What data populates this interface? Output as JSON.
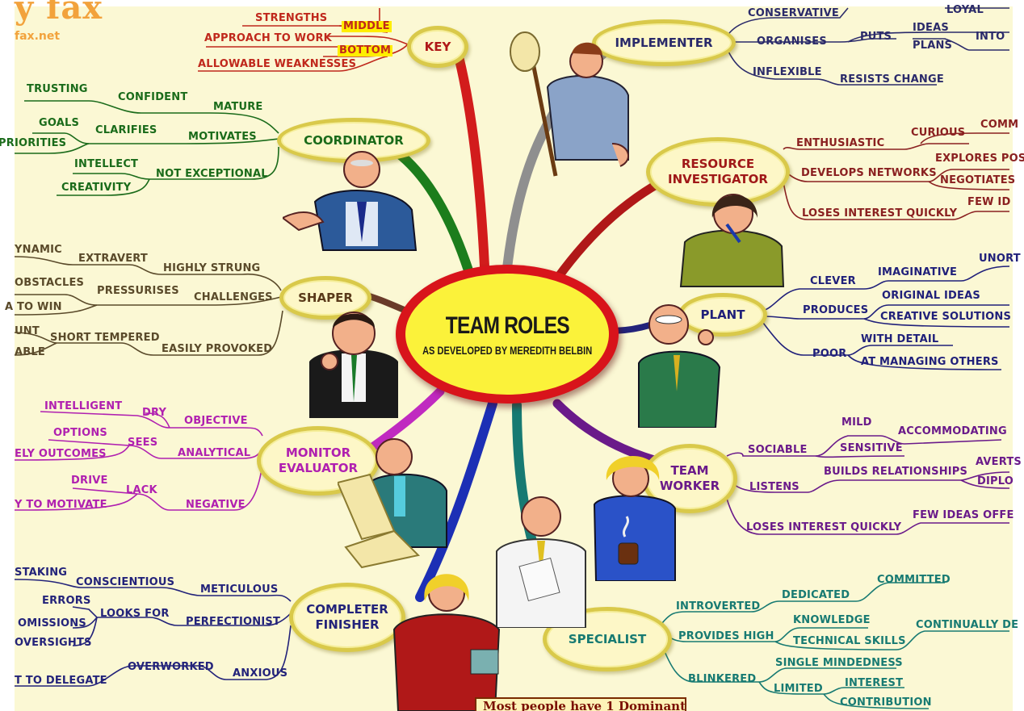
{
  "logo": {
    "partial_title": "y fax",
    "site": "fax.net"
  },
  "center": {
    "title": "TEAM ROLES",
    "subtitle": "AS DEVELOPED BY MEREDITH BELBIN"
  },
  "footer": "Most people have 1 Dominant",
  "colors": {
    "background": "#fbf8d4",
    "center_ring": "#d8141b",
    "center_fill": "#fbf23a",
    "node_ring": "#d9c94a",
    "highlight": "#ffee00"
  },
  "key": {
    "label": "KEY",
    "strengths": "STRENGTHS",
    "middle": "MIDDLE",
    "approach": "APPROACH TO WORK",
    "bottom": "BOTTOM",
    "weaknesses": "ALLOWABLE WEAKNESSES"
  },
  "implementer": {
    "label": "IMPLEMENTER",
    "conservative": "CONSERVATIVE",
    "loyal": "LOYAL",
    "organises": "ORGANISES",
    "puts": "PUTS",
    "ideas": "IDEAS",
    "plans": "PLANS",
    "into": "INTO",
    "inflexible": "INFLEXIBLE",
    "resists": "RESISTS CHANGE"
  },
  "coordinator": {
    "label": "COORDINATOR",
    "trusting": "TRUSTING",
    "confident": "CONFIDENT",
    "mature": "MATURE",
    "goals": "GOALS",
    "priorities": "PRIORITIES",
    "clarifies": "CLARIFIES",
    "motivates": "MOTIVATES",
    "intellect": "INTELLECT",
    "creativity": "CREATIVITY",
    "not_exceptional": "NOT EXCEPTIONAL"
  },
  "resource": {
    "label1": "RESOURCE",
    "label2": "INVESTIGATOR",
    "enthusiastic": "ENTHUSIASTIC",
    "curious": "CURIOUS",
    "comm": "COMM",
    "develops": "DEVELOPS NETWORKS",
    "explores": "EXPLORES POS",
    "negotiates": "NEGOTIATES",
    "loses": "LOSES INTEREST QUICKLY",
    "few": "FEW ID"
  },
  "shaper": {
    "label": "SHAPER",
    "dynamic": "YNAMIC",
    "extravert": "EXTRAVERT",
    "highly_strung": "HIGHLY STRUNG",
    "obstacles": "OBSTACLES",
    "to_win": "A TO WIN",
    "pressurises": "PRESSURISES",
    "challenges": "CHALLENGES",
    "unt": "UNT",
    "able": "ABLE",
    "short": "SHORT TEMPERED",
    "provoked": "EASILY PROVOKED"
  },
  "plant": {
    "label": "PLANT",
    "clever": "CLEVER",
    "imaginative": "IMAGINATIVE",
    "unort": "UNORT",
    "produces": "PRODUCES",
    "original": "ORIGINAL IDEAS",
    "creative": "CREATIVE SOLUTIONS",
    "poor": "POOR",
    "detail": "WITH DETAIL",
    "managing": "AT MANAGING OTHERS"
  },
  "monitor": {
    "label1": "MONITOR",
    "label2": "EVALUATOR",
    "intelligent": "INTELLIGENT",
    "dry": "DRY",
    "objective": "OBJECTIVE",
    "options": "OPTIONS",
    "outcomes": "ELY OUTCOMES",
    "sees": "SEES",
    "analytical": "ANALYTICAL",
    "drive": "DRIVE",
    "motivate": "Y TO MOTIVATE",
    "lack": "LACK",
    "negative": "NEGATIVE"
  },
  "teamworker": {
    "label1": "TEAM",
    "label2": "WORKER",
    "mild": "MILD",
    "accommodating": "ACCOMMODATING",
    "sociable": "SOCIABLE",
    "sensitive": "SENSITIVE",
    "builds": "BUILDS RELATIONSHIPS",
    "averts": "AVERTS",
    "diplo": "DIPLO",
    "listens": "LISTENS",
    "loses": "LOSES INTEREST QUICKLY",
    "few": "FEW IDEAS OFFE"
  },
  "completer": {
    "label1": "COMPLETER",
    "label2": "FINISHER",
    "staking": "STAKING",
    "conscientious": "CONSCIENTIOUS",
    "meticulous": "METICULOUS",
    "errors": "ERRORS",
    "omissions": "OMISSIONS",
    "oversights": "OVERSIGHTS",
    "looks": "LOOKS FOR",
    "perfectionist": "PERFECTIONIST",
    "delegate": "T TO DELEGATE",
    "overworked": "OVERWORKED",
    "anxious": "ANXIOUS"
  },
  "specialist": {
    "label": "SPECIALIST",
    "committed": "COMMITTED",
    "dedicated": "DEDICATED",
    "introverted": "INTROVERTED",
    "knowledge": "KNOWLEDGE",
    "continually": "CONTINUALLY DE",
    "provides": "PROVIDES HIGH",
    "technical": "TECHNICAL SKILLS",
    "single": "SINGLE MINDEDNESS",
    "blinkered": "BLINKERED",
    "limited": "LIMITED",
    "interest": "INTEREST",
    "contribution": "CONTRIBUTION"
  }
}
